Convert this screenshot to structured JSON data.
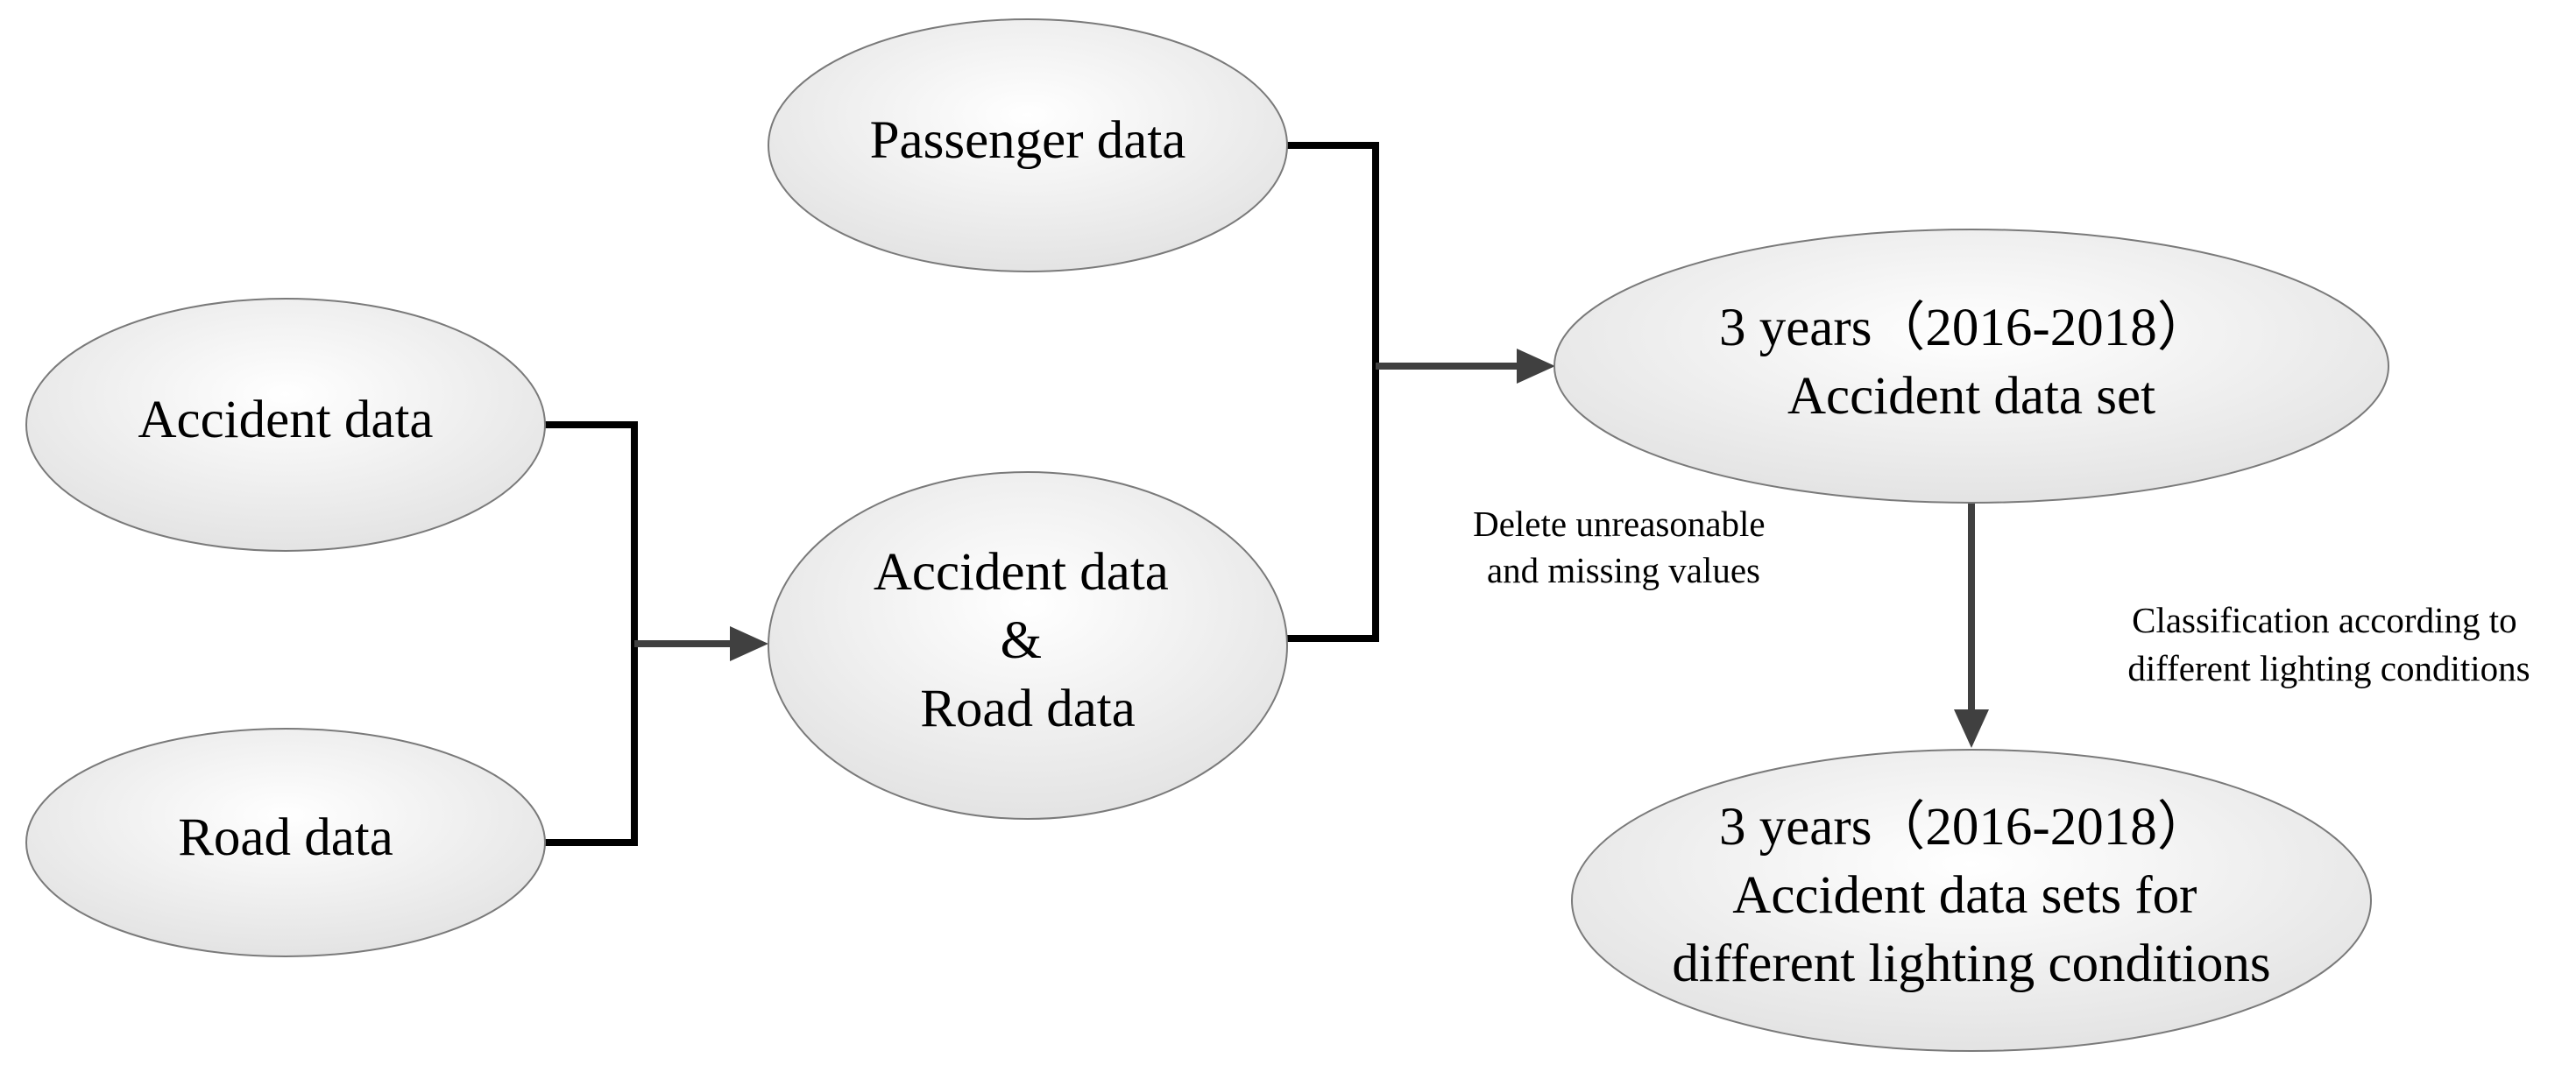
{
  "nodes": {
    "passenger": {
      "lines": [
        "Passenger data"
      ]
    },
    "accident": {
      "lines": [
        "Accident data"
      ]
    },
    "road": {
      "lines": [
        "Road data"
      ]
    },
    "merged": {
      "lines": [
        "Accident data",
        "&",
        "Road data"
      ]
    },
    "dataset": {
      "lines": [
        "3 years（2016-2018）",
        "Accident data set"
      ]
    },
    "lighting": {
      "lines": [
        "3 years（2016-2018）",
        "Accident data sets for",
        "different lighting conditions"
      ]
    }
  },
  "notes": {
    "cleaning": {
      "lines": [
        "Delete unreasonable",
        "and missing values"
      ]
    },
    "classification": {
      "lines": [
        "Classification according to",
        "different lighting conditions"
      ]
    }
  },
  "colors": {
    "ellipse_fill_light": "#ffffff",
    "ellipse_fill_dark": "#e2e2e2",
    "ellipse_stroke": "#7a7a7a",
    "bracket": "#000000",
    "arrow": "#404040"
  }
}
